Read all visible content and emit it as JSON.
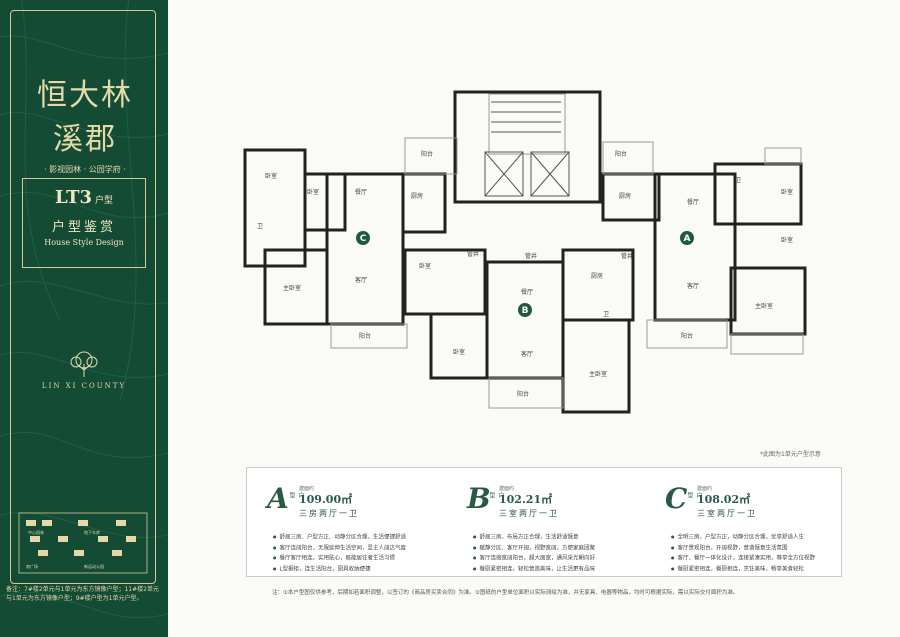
{
  "brand": {
    "logo_text": "恒大林溪郡",
    "slogan": "· 影视园林 · 公园学府 ·",
    "name_en": "LIN XI COUNTY"
  },
  "unit_type": {
    "code": "LT3",
    "code_suffix": "户型",
    "title_cn": "户型鉴赏",
    "title_en": "House Style Design"
  },
  "keyplan": {
    "labels": [
      "中心园林",
      "地下车库",
      "南广场",
      "新运动公园"
    ]
  },
  "footnote": "备注：7#楼2单元与1单元为东方镜像户型；11#楼2单元与1单元为东方镜像户型；9#楼户型为1单元户型。",
  "plan": {
    "units": [
      "C",
      "B",
      "A"
    ],
    "rooms": {
      "woshi": "卧室",
      "zhuwoshi": "主卧室",
      "canting": "餐厅",
      "keting": "客厅",
      "chufang": "厨房",
      "yangtai": "阳台",
      "wei": "卫",
      "guanjing": "管井"
    }
  },
  "note_right": "*此图为1单元户型示意",
  "info": {
    "area_label": "建面约",
    "units": [
      {
        "letter": "A",
        "hu": "户型",
        "area": "109.00㎡",
        "desc": "三房两厅一卫",
        "features": [
          "舒居三房、户型方正、动静分区合理，生活便捷舒适",
          "客厅连阔阳台，无限延伸生活空间，显主人阔达气度",
          "餐厅客厅相连，实用贴心，既能居住者生活习惯",
          "L型橱柜，连生活阳台，厨具收纳便捷"
        ]
      },
      {
        "letter": "B",
        "hu": "户型",
        "area": "102.21㎡",
        "desc": "三室两厅一卫",
        "features": [
          "舒居三房，布局方正合理，生活舒适惬意",
          "赋静分区、客厅开阔，视野宽阔，方便家庭团聚",
          "客厅连接宽阔阳台，超大面宽，通风采光朝向好",
          "餐厨紧密相连，轻松营造美味，让生活更有品味"
        ]
      },
      {
        "letter": "C",
        "hu": "户型",
        "area": "108.02㎡",
        "desc": "三室两厅一卫",
        "features": [
          "全明三房，户型方正，动静分区合理，优享舒适人生",
          "客厅景观阳台，开阔视野，营造惬意生活氛围",
          "客厅、餐厅一体化设计，连接紧凑实用，尊享全方位视野",
          "餐厨紧密相连，餐厨相连，烹饪美味，畅享美食轻松"
        ]
      }
    ]
  },
  "disclaimer": "注：①本户型图仅供参考，后期如若面积调整，以签订的《商品房买卖合同》为准。②图纸的户型单位面积以实际测绘为准，并无家具、电器等物品，均时可根据实际，需以实际交付面积为准。"
}
